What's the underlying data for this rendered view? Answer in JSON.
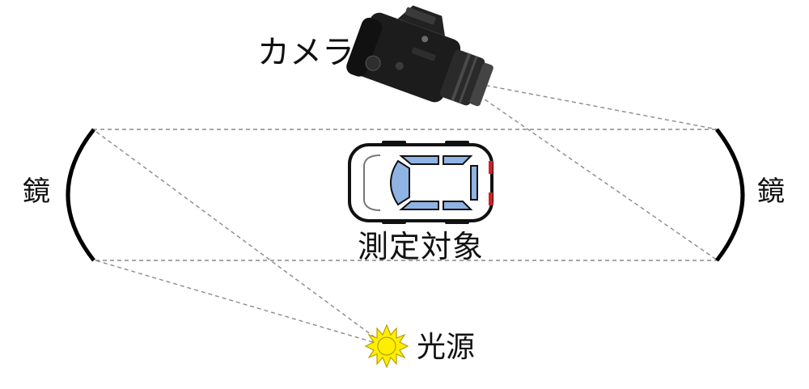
{
  "labels": {
    "camera": "カメラ",
    "mirror_left": "鏡",
    "mirror_right": "鏡",
    "target": "測定対象",
    "light_source": "光源"
  },
  "colors": {
    "ray": "#8a8a8a",
    "mirror": "#000000",
    "car_window": "#8fb3e3",
    "car_taillight": "#cc2222",
    "sun": "#ffee00",
    "sun_stroke": "#b8a000"
  },
  "icons": {
    "camera": "dslr-camera-icon",
    "car": "car-top-view-icon",
    "sun": "sun-icon"
  }
}
